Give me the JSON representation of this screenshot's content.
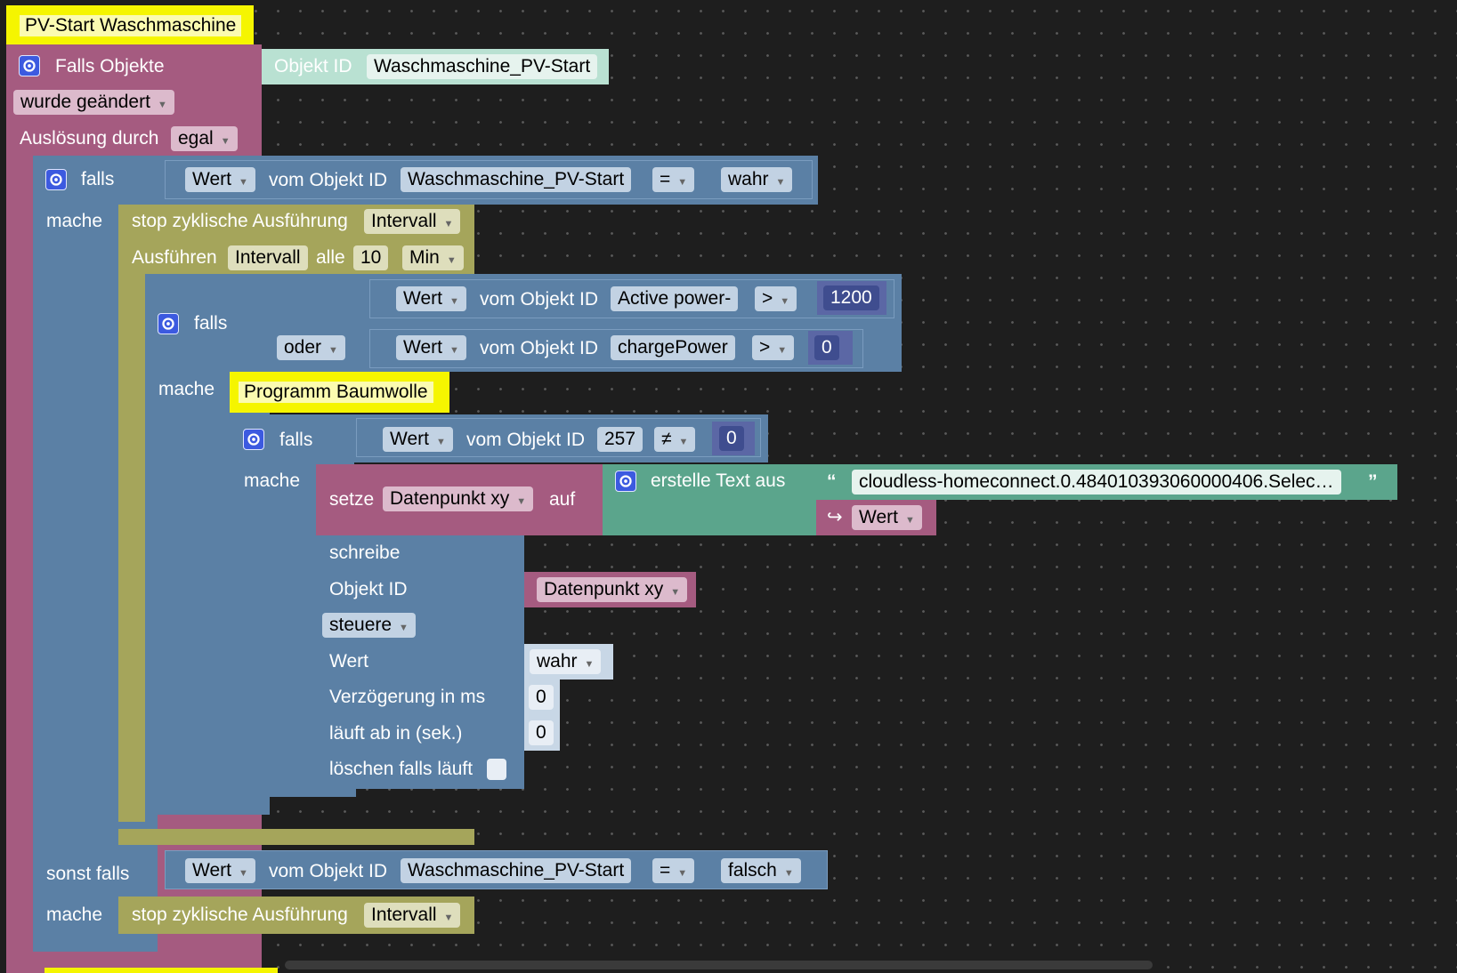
{
  "comment1": "PV-Start Waschmaschine",
  "trigger": {
    "label": "Falls Objekte",
    "obj_label": "Objekt ID",
    "obj_id": "Waschmaschine_PV-Start",
    "event": "wurde geändert",
    "ack_label": "Auslösung durch",
    "ack_value": "egal"
  },
  "if1": {
    "label": "falls",
    "do_label": "mache",
    "cond": {
      "val": "Wert",
      "from": "vom Objekt ID",
      "id": "Waschmaschine_PV-Start",
      "op": "=",
      "rhs": "wahr"
    }
  },
  "stop1": {
    "label": "stop zyklische Ausführung",
    "name": "Intervall"
  },
  "interval": {
    "label": "Ausführen",
    "name": "Intervall",
    "every": "alle",
    "num": "10",
    "unit": "Min"
  },
  "if2": {
    "label": "falls",
    "do_label": "mache",
    "or_label": "oder",
    "cond1": {
      "val": "Wert",
      "from": "vom Objekt ID",
      "id": "Active power-",
      "op": ">",
      "rhs": "1200"
    },
    "cond2": {
      "val": "Wert",
      "from": "vom Objekt ID",
      "id": "chargePower",
      "op": ">",
      "rhs": "0"
    }
  },
  "comment2": "Programm Baumwolle",
  "if3": {
    "label": "falls",
    "do_label": "mache",
    "cond": {
      "val": "Wert",
      "from": "vom Objekt ID",
      "id": "257",
      "op": "≠",
      "rhs": "0"
    }
  },
  "setvar": {
    "label": "setze",
    "var": "Datenpunkt xy",
    "to": "auf",
    "text_join": "erstelle Text aus",
    "text": "cloudless-homeconnect.0.484010393060000406.Selec…",
    "wert": "Wert"
  },
  "write": {
    "label": "schreibe",
    "obj_label": "Objekt ID",
    "obj_var": "Datenpunkt xy",
    "mode": "steuere",
    "value_label": "Wert",
    "value": "wahr",
    "delay_label": "Verzögerung in ms",
    "delay": "0",
    "expire_label": "läuft ab in (sek.)",
    "expire": "0",
    "clear_label": "löschen falls läuft"
  },
  "elseif": {
    "label": "sonst falls",
    "do_label": "mache",
    "cond": {
      "val": "Wert",
      "from": "vom Objekt ID",
      "id": "Waschmaschine_PV-Start",
      "op": "=",
      "rhs": "falsch"
    }
  },
  "stop2": {
    "label": "stop zyklische Ausführung",
    "name": "Intervall"
  }
}
